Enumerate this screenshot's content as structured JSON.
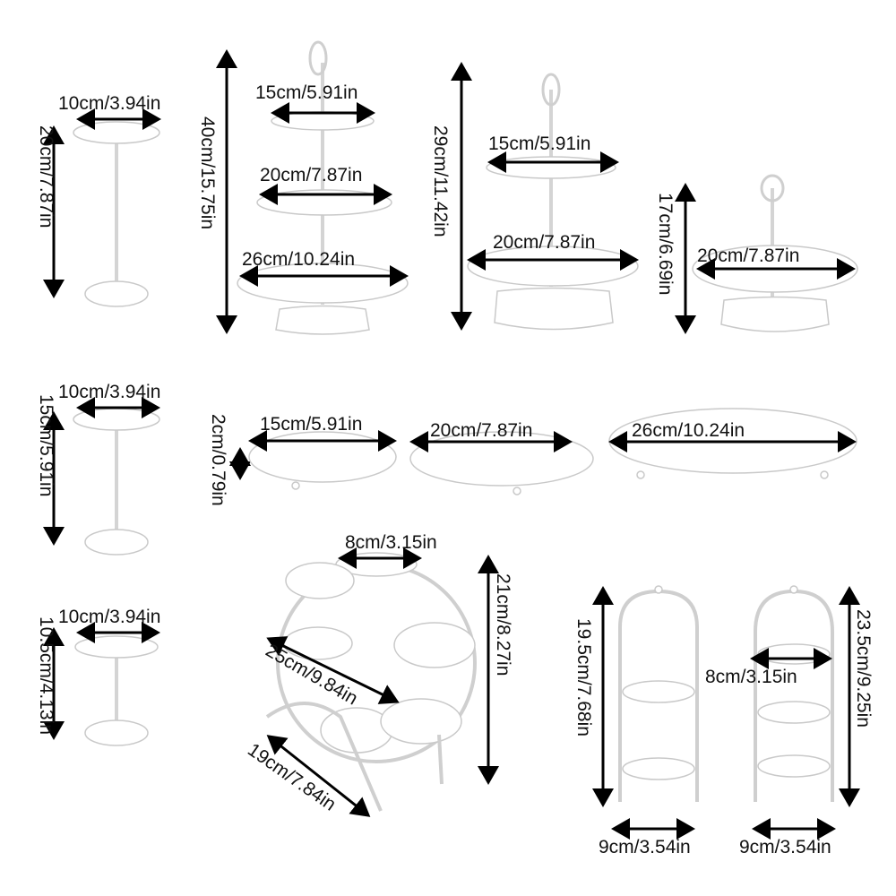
{
  "row1": {
    "small_stand_20": {
      "width": "10cm/3.94in",
      "height": "20cm/7.87in"
    },
    "three_tier": {
      "height": "40cm/15.75in",
      "top": "15cm/5.91in",
      "middle": "20cm/7.87in",
      "bottom": "26cm/10.24in"
    },
    "two_tier": {
      "height": "29cm/11.42in",
      "top": "15cm/5.91in",
      "bottom": "20cm/7.87in"
    },
    "one_tier": {
      "height": "17cm/6.69in",
      "plate": "20cm/7.87in"
    }
  },
  "row2": {
    "small_stand_15": {
      "width": "10cm/3.94in",
      "height": "15cm/5.91in"
    },
    "plates": {
      "height": "2cm/0.79in",
      "small": "15cm/5.91in",
      "medium": "20cm/7.87in",
      "large": "26cm/10.24in"
    }
  },
  "row3": {
    "small_stand_10": {
      "width": "10cm/3.94in",
      "height": "10.5cm/4.13in"
    },
    "ferris": {
      "plate": "8cm/3.15in",
      "height": "21cm/8.27in",
      "diameter": "25cm/9.84in",
      "depth": "19cm/7.84in"
    },
    "shelf_2": {
      "height": "19.5cm/7.68in",
      "base": "9cm/3.54in"
    },
    "shelf_3": {
      "plate": "8cm/3.15in",
      "height": "23.5cm/9.25in",
      "base": "9cm/3.54in"
    }
  }
}
